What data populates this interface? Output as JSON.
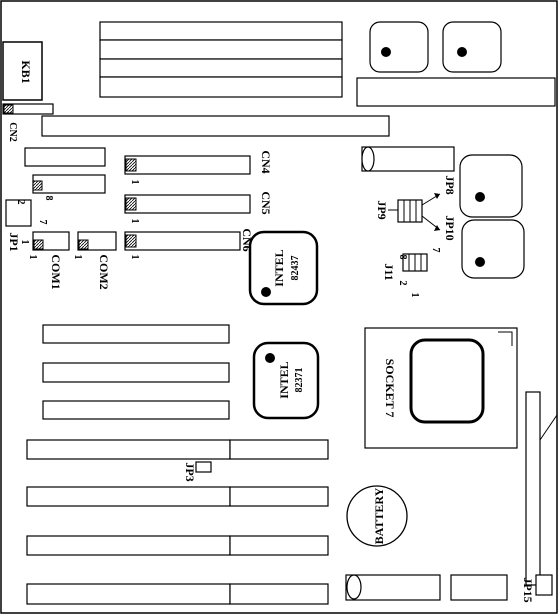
{
  "labels": {
    "kb1": "KB1",
    "cn2": "CN2",
    "cn4": "CN4",
    "cn5": "CN5",
    "cn6": "CN6",
    "jp1": "JP1",
    "com1": "COM1",
    "com2": "COM2",
    "jp3": "JP3",
    "jp8": "JP8",
    "jp9": "JP9",
    "jp10": "JP10",
    "j11": "J11",
    "jp15": "JP15",
    "socket": "SOCKET 7",
    "battery": "BATTERY",
    "chip1_line1": "INTEL",
    "chip1_line2": "82437",
    "chip2_line1": "INTEL",
    "chip2_line2": "82371"
  },
  "pins": {
    "one": "1",
    "two": "2",
    "seven": "7",
    "eight": "8"
  }
}
